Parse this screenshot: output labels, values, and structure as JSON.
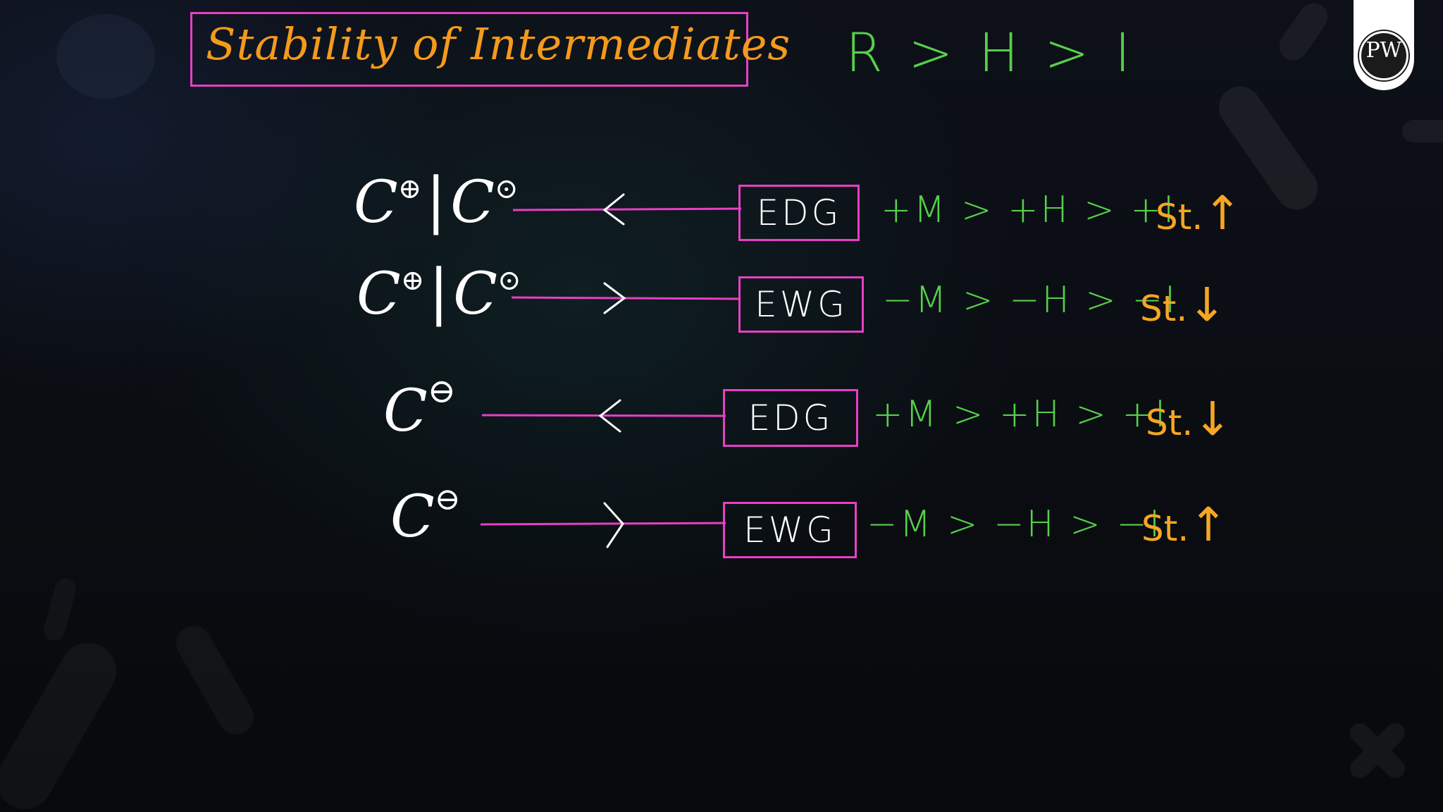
{
  "title": "Stability of Intermediates",
  "order": "R > H > I",
  "logo": {
    "text": "PW"
  },
  "rows": [
    {
      "species": [
        {
          "letter": "C",
          "charge": "⊕"
        },
        {
          "letter": "C",
          "charge": "⊙"
        }
      ],
      "separator": "|",
      "arrow": "left",
      "group": "EDG",
      "effects": "+M > +H > +I",
      "stability_label": "St.",
      "stability_trend": "↑"
    },
    {
      "species": [
        {
          "letter": "C",
          "charge": "⊕"
        },
        {
          "letter": "C",
          "charge": "⊙"
        }
      ],
      "separator": "|",
      "arrow": "right",
      "group": "EWG",
      "effects": "−M > −H > −I",
      "stability_label": "St.",
      "stability_trend": "↓"
    },
    {
      "species": [
        {
          "letter": "C",
          "charge": "⊖"
        }
      ],
      "separator": "",
      "arrow": "left",
      "group": "EDG",
      "effects": "+M > +H > +I",
      "stability_label": "St.",
      "stability_trend": "↓"
    },
    {
      "species": [
        {
          "letter": "C",
          "charge": "⊖"
        }
      ],
      "separator": "",
      "arrow": "right",
      "group": "EWG",
      "effects": "−M > −H > −I",
      "stability_label": "St.",
      "stability_trend": "↑"
    }
  ],
  "colors": {
    "title": "#f59a1c",
    "box": "#e83fc4",
    "effects": "#56d04a",
    "stability": "#f5a623",
    "chalk": "#ffffff"
  }
}
